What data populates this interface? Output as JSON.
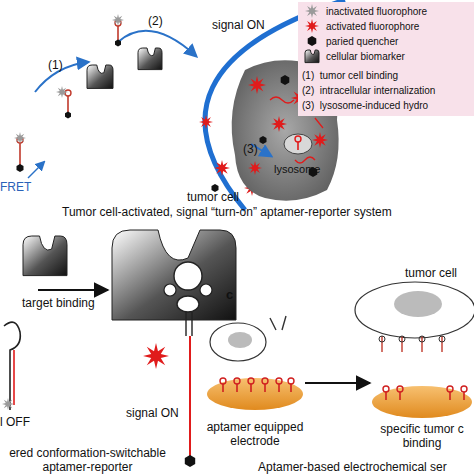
{
  "diagram": {
    "nodes": [
      {
        "text": [
          "tumor cell"
        ]
      },
      {
        "text": [
          "lysosome"
        ],
        "in": 0
      },
      {
        "text": [
          "l OFF"
        ]
      },
      {
        "text": [
          "signal ON"
        ]
      },
      {
        "text": [
          "aptamer equipped electrode"
        ]
      },
      {
        "text": [
          "specific tumor c binding"
        ]
      }
    ],
    "edges": [
      {
        "from": 2,
        "to": 3,
        "arrow": "to",
        "label": "target binding"
      },
      {
        "from": 4,
        "to": 5,
        "arrow": "to"
      }
    ],
    "labels": [
      "FRET",
      "(1)",
      "(2)",
      "(3)",
      "signal ON",
      "Tumor cell-activated, signal “turn-on” aptamer-reporter system",
      "ered conformation-switchable aptamer-reporter",
      "c",
      "tumor cell",
      "Aptamer-based electrochemical ser"
    ],
    "legend": [
      {
        "text": "inactivated fluorophore"
      },
      {
        "text": "activated fluorophore"
      },
      {
        "text": "paried quencher"
      },
      {
        "text": "cellular biomarker"
      },
      {
        "text": "(1)  tumor cell binding"
      },
      {
        "text": "(2)  intracellular internalization"
      },
      {
        "text": "(3)  lysosome-induced hydro"
      }
    ]
  }
}
